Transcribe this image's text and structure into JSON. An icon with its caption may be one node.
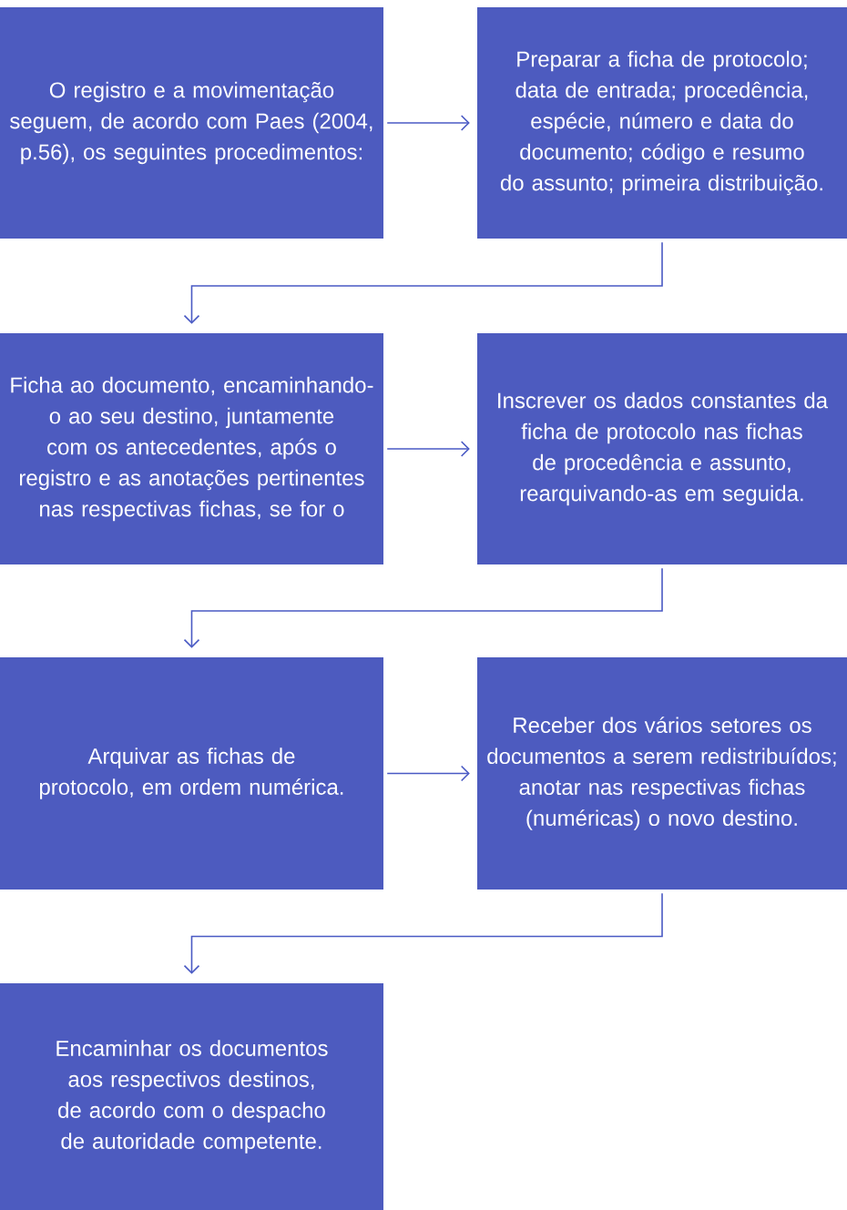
{
  "diagram": {
    "nodes": [
      {
        "text": [
          "O registro e a movimentação seguem, de acordo com Paes (2004, p.56), os seguintes procedimentos:"
        ]
      },
      {
        "text": [
          "Preparar a ficha de protocolo; data de entrada; procedência, espécie, número e data do documento; código e resumo do assunto; primeira distribuição."
        ]
      },
      {
        "text": [
          "Ficha ao documento, encaminhando-o ao seu destino, juntamente com os antecedentes, após o registro e as anotações pertinentes nas respectivas fichas, se for o"
        ]
      },
      {
        "text": [
          "Inscrever os dados constantes da ficha de protocolo nas fichas de procedência e assunto, rearquivando-as em seguida."
        ]
      },
      {
        "text": [
          "Arquivar as fichas de protocolo, em ordem numérica."
        ]
      },
      {
        "text": [
          "Receber dos vários setores os documentos a serem redistribuídos; anotar nas respectivas fichas (numéricas) o novo destino."
        ]
      },
      {
        "text": [
          "Encaminhar os documentos aos respectivos destinos, de acordo com o despacho de autoridade competente."
        ]
      }
    ],
    "edges": [
      {
        "from": 0,
        "to": 1,
        "arrow": "to"
      },
      {
        "from": 1,
        "to": 2,
        "arrow": "to"
      },
      {
        "from": 2,
        "to": 3,
        "arrow": "to"
      },
      {
        "from": 3,
        "to": 4,
        "arrow": "to"
      },
      {
        "from": 4,
        "to": 5,
        "arrow": "to"
      },
      {
        "from": 5,
        "to": 6,
        "arrow": "to"
      }
    ]
  }
}
